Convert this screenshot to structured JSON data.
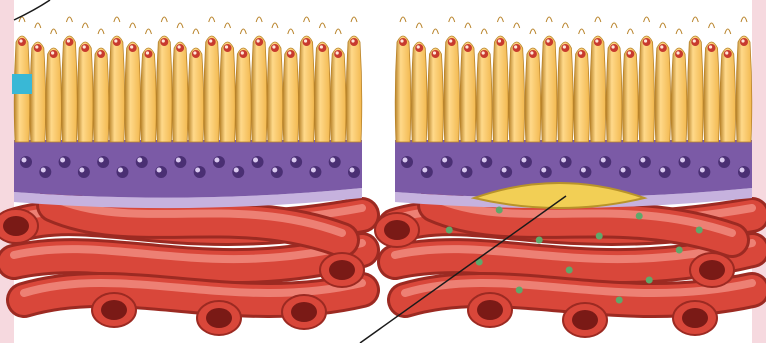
{
  "figure": {
    "panels": [
      {
        "name": "left-panel",
        "has_lesion": false
      },
      {
        "name": "right-panel",
        "has_lesion": true
      }
    ],
    "colors": {
      "page_background": "#ffffff",
      "side_strip": "#f6d9df",
      "cell_body": "#f2b84f",
      "cell_highlight": "#ffd98a",
      "cell_outline": "#b8832a",
      "nucleus_red": "#c83a2e",
      "basal_layer": "#7b5aa6",
      "basal_dark": "#4a2f73",
      "basal_nucleus_light": "#d9c9ef",
      "basement_membrane": "#c6b2de",
      "vessel_red": "#d9473a",
      "vessel_light": "#f08b7f",
      "vessel_dark": "#9c2a22",
      "vessel_lumen": "#7a1a16",
      "lesion_fill": "#f2cf55",
      "lesion_outline": "#b8932a",
      "particle_green": "#5fa86a",
      "marker_cyan": "#39b8d6",
      "pointer_line": "#1a1a1a"
    },
    "marker": {
      "name": "cyan-marker"
    },
    "pointer": {
      "name": "pointer-line"
    }
  }
}
